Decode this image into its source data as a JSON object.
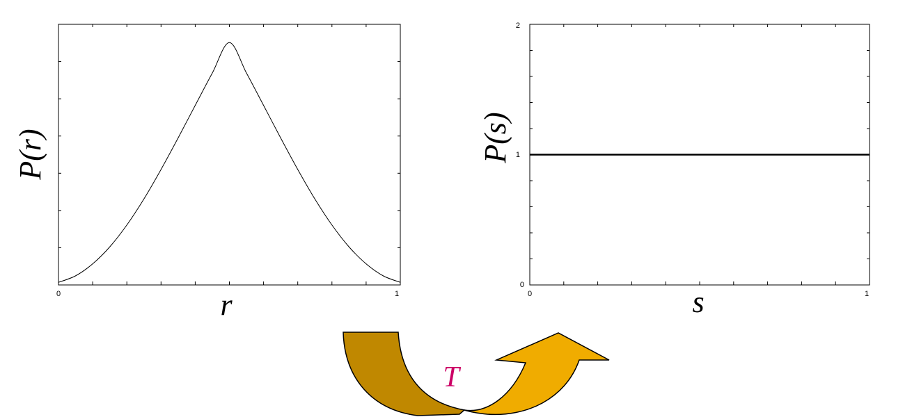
{
  "chart_data": [
    {
      "type": "line",
      "title": "",
      "xlabel": "r",
      "ylabel": "P(r)",
      "xlim": [
        0,
        1
      ],
      "x_tick_labels": [
        "0",
        "1"
      ],
      "y_tick_labels": [],
      "grid": false,
      "series": [
        {
          "x": [
            0,
            0.05,
            0.1,
            0.15,
            0.2,
            0.25,
            0.3,
            0.35,
            0.4,
            0.45,
            0.5,
            0.55,
            0.6,
            0.65,
            0.7,
            0.75,
            0.8,
            0.85,
            0.9,
            0.95,
            1
          ],
          "y": [
            0.01,
            0.035,
            0.081,
            0.146,
            0.23,
            0.33,
            0.443,
            0.564,
            0.689,
            0.813,
            0.93,
            0.813,
            0.689,
            0.564,
            0.443,
            0.33,
            0.23,
            0.146,
            0.081,
            0.035,
            0.01
          ]
        }
      ]
    },
    {
      "type": "line",
      "title": "",
      "xlabel": "s",
      "ylabel": "P(s)",
      "xlim": [
        0,
        1
      ],
      "ylim": [
        0,
        2
      ],
      "x_tick_labels": [
        "0",
        "1"
      ],
      "y_tick_labels": [
        "0",
        "1",
        "2"
      ],
      "grid": false,
      "series": [
        {
          "x": [
            0,
            1
          ],
          "y": [
            1,
            1
          ]
        }
      ]
    }
  ],
  "transform": {
    "label": "T",
    "label_color": "#cc0066",
    "left_arrow_color": "#c08800",
    "right_arrow_color": "#f0ac00"
  }
}
